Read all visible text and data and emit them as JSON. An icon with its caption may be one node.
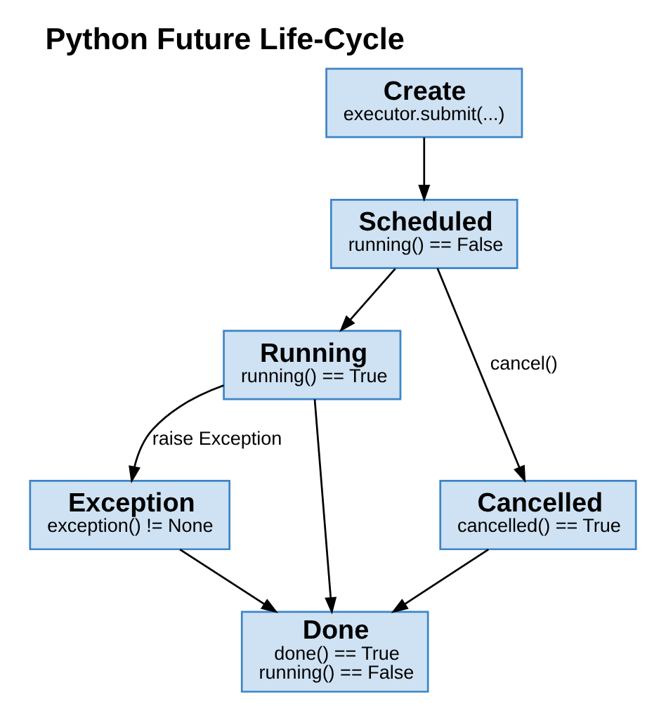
{
  "diagram": {
    "title": "Python Future Life-Cycle",
    "nodes": [
      {
        "text": [
          "Create",
          "executor.submit(...)"
        ]
      },
      {
        "text": [
          "Scheduled",
          "running() == False"
        ]
      },
      {
        "text": [
          "Running",
          "running() == True"
        ]
      },
      {
        "text": [
          "Exception",
          "exception() != None"
        ]
      },
      {
        "text": [
          "Cancelled",
          "cancelled() == True"
        ]
      },
      {
        "text": [
          "Done",
          "done() == True",
          "running() == False"
        ]
      }
    ],
    "edges": [
      {
        "from": 0,
        "to": 1,
        "arrow": "to"
      },
      {
        "from": 1,
        "to": 2,
        "arrow": "to"
      },
      {
        "from": 1,
        "to": 4,
        "arrow": "to",
        "label": "cancel()"
      },
      {
        "from": 2,
        "to": 3,
        "arrow": "to",
        "label": "raise Exception"
      },
      {
        "from": 2,
        "to": 5,
        "arrow": "to"
      },
      {
        "from": 3,
        "to": 5,
        "arrow": "to"
      },
      {
        "from": 4,
        "to": 5,
        "arrow": "to"
      }
    ]
  }
}
